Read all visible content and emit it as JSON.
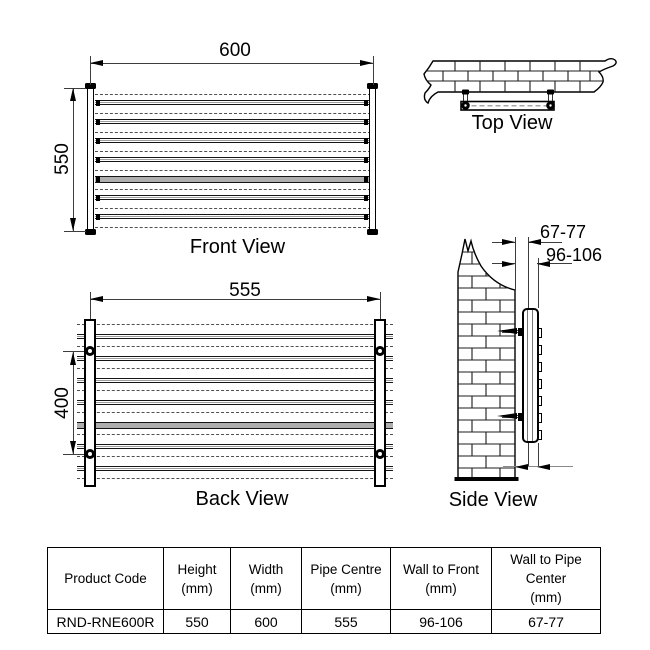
{
  "front_view": {
    "label": "Front View",
    "width_mm": "600",
    "height_mm": "550",
    "tube_rows": 7,
    "dashed_rows": 8
  },
  "top_view": {
    "label": "Top View"
  },
  "back_view": {
    "label": "Back View",
    "pipe_centre_mm": "555",
    "bracket_spacing_mm": "400",
    "tube_rows": 7,
    "dashed_rows": 8
  },
  "side_view": {
    "label": "Side View",
    "wall_to_pipe_center_mm": "67-77",
    "wall_to_front_mm": "96-106"
  },
  "spec_table": {
    "headers": [
      [
        "Product Code"
      ],
      [
        "Height",
        "(mm)"
      ],
      [
        "Width",
        "(mm)"
      ],
      [
        "Pipe Centre",
        "(mm)"
      ],
      [
        "Wall to Front",
        "(mm)"
      ],
      [
        "Wall to Pipe",
        "Center",
        "(mm)"
      ]
    ],
    "rows": [
      [
        "RND-RNE600R",
        "550",
        "600",
        "555",
        "96-106",
        "67-77"
      ]
    ]
  },
  "colors": {
    "line": "#000000",
    "thin_line": "#3d3d3d",
    "tube_gray": "#9c9c9c",
    "dash_gray": "#4f4f4f",
    "background": "#ffffff"
  }
}
